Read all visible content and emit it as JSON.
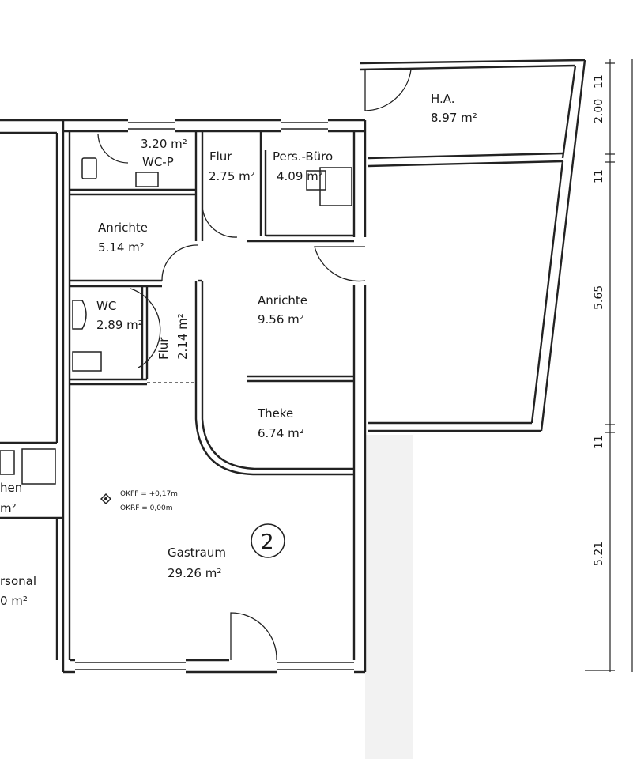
{
  "rooms": {
    "ha": {
      "name": "H.A.",
      "area": "8.97 m²"
    },
    "wc_p": {
      "name": "WC-P",
      "area": "3.20 m²"
    },
    "flur_top": {
      "name": "Flur",
      "area": "2.75 m²"
    },
    "pers_buero": {
      "name": "Pers.-Büro",
      "area": "4.09 m²"
    },
    "anrichte_left": {
      "name": "Anrichte",
      "area": "5.14 m²"
    },
    "anrichte_center": {
      "name": "Anrichte",
      "area": "9.56 m²"
    },
    "wc": {
      "name": "WC",
      "area": "2.89 m²"
    },
    "flur_small": {
      "name": "Flur",
      "area": "2.14 m²"
    },
    "theke": {
      "name": "Theke",
      "area": "6.74 m²"
    },
    "gastraum": {
      "name": "Gastraum",
      "area": "29.26 m²"
    },
    "kuechen_partial": {
      "name": "hen",
      "area": "m²"
    },
    "personal_partial": {
      "name": "rsonal",
      "area": "0 m²"
    }
  },
  "level_note": {
    "okff": "OKFF = +0,17m",
    "okrf": "OKRF = 0,00m"
  },
  "unit_number": "2",
  "dimensions": {
    "d1": "2.00",
    "d2": "5.65",
    "d3": "5.21",
    "d4": "11",
    "d5": "11",
    "d6": "11"
  },
  "colors": {
    "ink": "#222222",
    "paper": "#ffffff"
  }
}
